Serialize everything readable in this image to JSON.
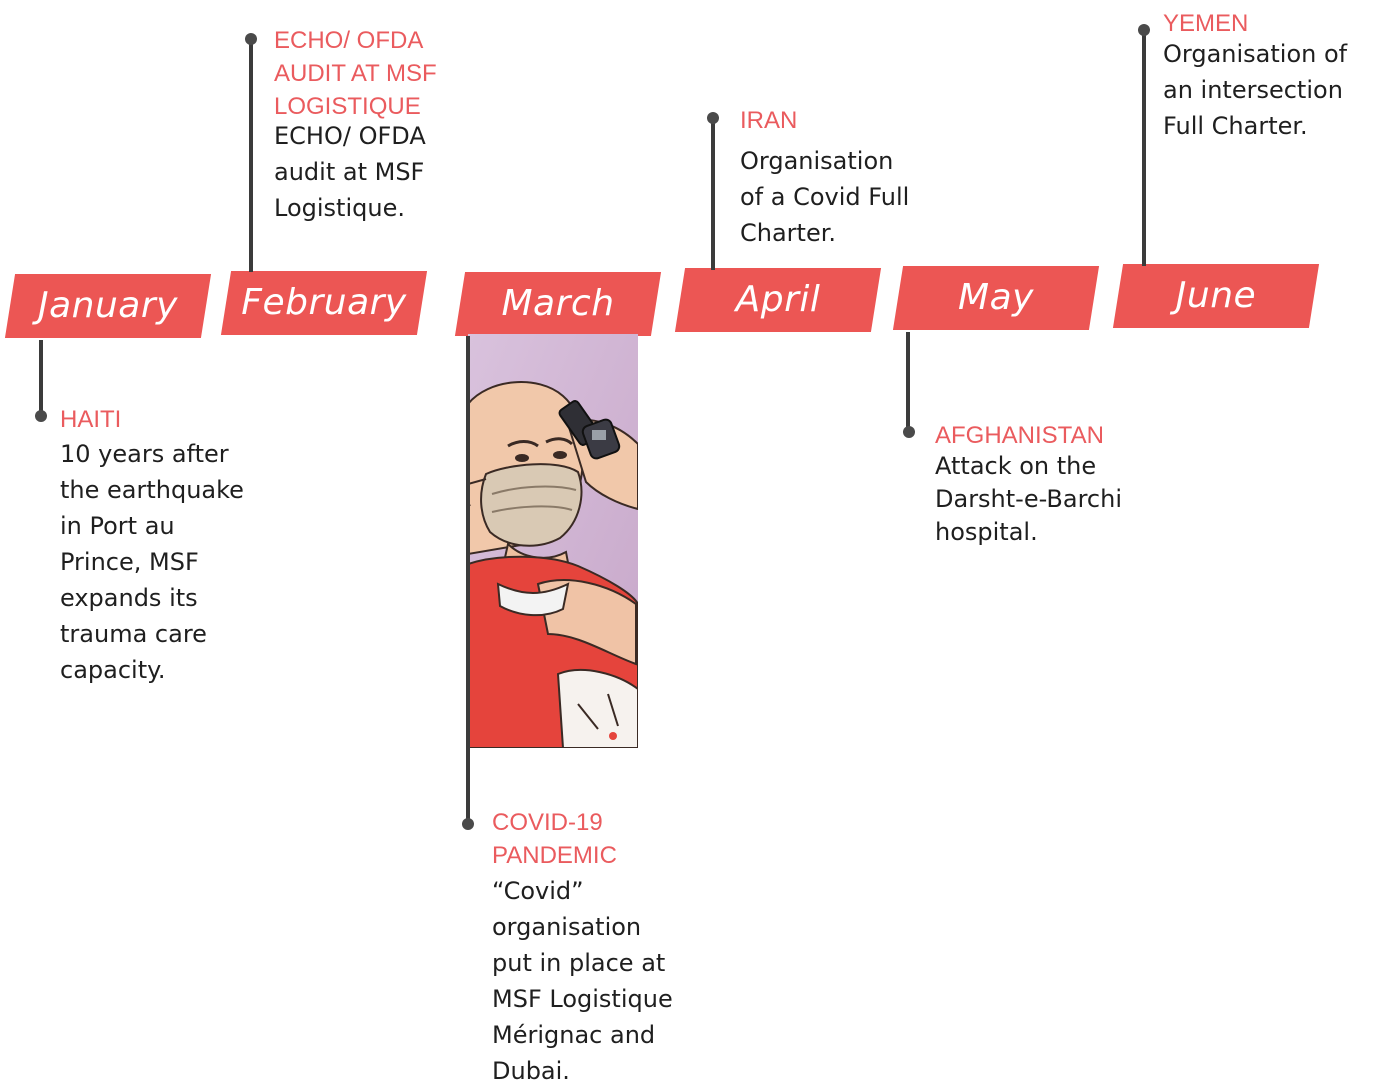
{
  "months": [
    {
      "label": "January"
    },
    {
      "label": "February"
    },
    {
      "label": "March"
    },
    {
      "label": "April"
    },
    {
      "label": "May"
    },
    {
      "label": "June"
    }
  ],
  "events": {
    "haiti": {
      "title": "HAITI",
      "body": "10 years after\nthe earthquake\nin Port au\nPrince, MSF\nexpands its\ntrauma care\ncapacity."
    },
    "echo": {
      "title": "ECHO/ OFDA\nAUDIT AT MSF\nLOGISTIQUE",
      "body": "ECHO/ OFDA\naudit at MSF\nLogistique."
    },
    "covid": {
      "title": "COVID-19\nPANDEMIC",
      "body": "“Covid”\norganisation\nput in place at\nMSF Logistique\nMérignac and\nDubai."
    },
    "iran": {
      "title": "IRAN",
      "body": "Organisation\nof a Covid Full\nCharter."
    },
    "afghanistan": {
      "title": "AFGHANISTAN",
      "body": "Attack on the\nDarsht-e-Barchi\nhospital."
    },
    "yemen": {
      "title": "YEMEN",
      "body": "Organisation of\nan intersection\nFull Charter."
    }
  },
  "colors": {
    "accent": "#ec5654",
    "title_red": "#ea5b5e",
    "text": "#1f1f1f",
    "stem": "#3b3b3b"
  },
  "illustration": {
    "icon": "masked-worker-taking-temperature-illustration"
  }
}
